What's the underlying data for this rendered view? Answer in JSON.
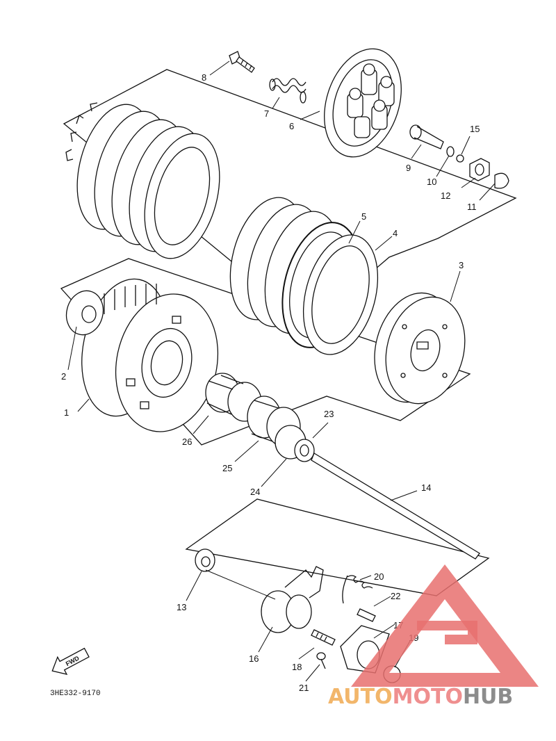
{
  "diagram": {
    "code": "3HE332-9170",
    "forward_label": "FWD",
    "callouts": [
      {
        "id": "1",
        "label": "1"
      },
      {
        "id": "2",
        "label": "2"
      },
      {
        "id": "3",
        "label": "3"
      },
      {
        "id": "4",
        "label": "4"
      },
      {
        "id": "5",
        "label": "5"
      },
      {
        "id": "6",
        "label": "6"
      },
      {
        "id": "7",
        "label": "7"
      },
      {
        "id": "8",
        "label": "8"
      },
      {
        "id": "9",
        "label": "9"
      },
      {
        "id": "10",
        "label": "10"
      },
      {
        "id": "11",
        "label": "11"
      },
      {
        "id": "12",
        "label": "12"
      },
      {
        "id": "13",
        "label": "13"
      },
      {
        "id": "14",
        "label": "14"
      },
      {
        "id": "15",
        "label": "15"
      },
      {
        "id": "16",
        "label": "16"
      },
      {
        "id": "17",
        "label": "17"
      },
      {
        "id": "18",
        "label": "18"
      },
      {
        "id": "19",
        "label": "19"
      },
      {
        "id": "20",
        "label": "20"
      },
      {
        "id": "21",
        "label": "21"
      },
      {
        "id": "22",
        "label": "22"
      },
      {
        "id": "23",
        "label": "23"
      },
      {
        "id": "24",
        "label": "24"
      },
      {
        "id": "25",
        "label": "25"
      },
      {
        "id": "26",
        "label": "26"
      }
    ]
  },
  "watermark": {
    "part1": "AUTO",
    "part2": "MOTO",
    "part3": "HUB",
    "colors": {
      "auto": "#f2b66b",
      "moto": "#ef8f8f",
      "hub": "#8c8c8c",
      "triangle": "#e8706f"
    }
  }
}
